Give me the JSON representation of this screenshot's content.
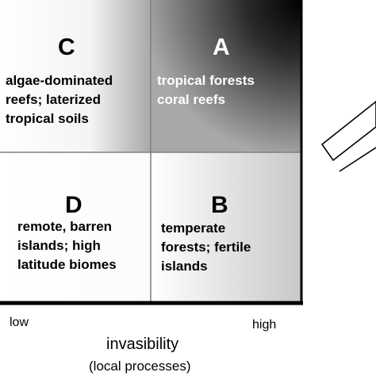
{
  "quadrants": {
    "C": {
      "letter": "C",
      "description": "algae-dominated\nreefs; laterized\ntropical soils"
    },
    "A": {
      "letter": "A",
      "description": "tropical forests\ncoral reefs"
    },
    "D": {
      "letter": "D",
      "description": "remote, barren\nislands; high\nlatitude biomes"
    },
    "B": {
      "letter": "B",
      "description": "temperate\nforests; fertile\nislands"
    }
  },
  "x_axis": {
    "low_label": "low",
    "high_label": "high",
    "title": "invasibility",
    "subtitle": "(local processes)"
  },
  "colors": {
    "dark": "#000000",
    "light": "#ffffff",
    "border": "#000000",
    "divider": "#808080"
  }
}
